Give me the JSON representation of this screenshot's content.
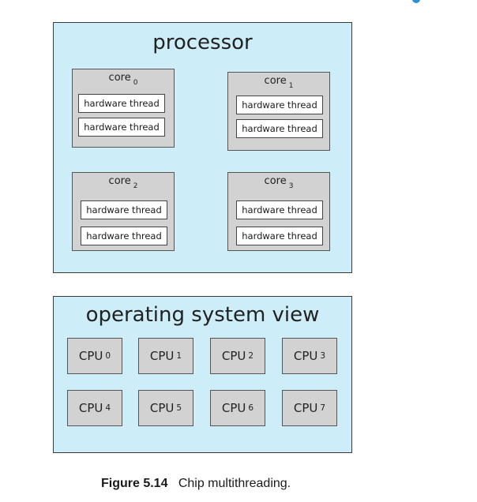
{
  "processor": {
    "title": "processor",
    "cores": [
      {
        "label": "core",
        "sub": "0",
        "threads": [
          "hardware thread",
          "hardware thread"
        ]
      },
      {
        "label": "core",
        "sub": "1",
        "threads": [
          "hardware thread",
          "hardware thread"
        ]
      },
      {
        "label": "core",
        "sub": "2",
        "threads": [
          "hardware thread",
          "hardware thread"
        ]
      },
      {
        "label": "core",
        "sub": "3",
        "threads": [
          "hardware thread",
          "hardware thread"
        ]
      }
    ]
  },
  "os_view": {
    "title": "operating system view",
    "cpus": [
      {
        "label": "CPU",
        "sub": "0"
      },
      {
        "label": "CPU",
        "sub": "1"
      },
      {
        "label": "CPU",
        "sub": "2"
      },
      {
        "label": "CPU",
        "sub": "3"
      },
      {
        "label": "CPU",
        "sub": "4"
      },
      {
        "label": "CPU",
        "sub": "5"
      },
      {
        "label": "CPU",
        "sub": "6"
      },
      {
        "label": "CPU",
        "sub": "7"
      }
    ]
  },
  "caption": {
    "figure_number": "Figure 5.14",
    "text": "Chip multithreading."
  },
  "colors": {
    "panel_fill": "#cdeef8",
    "box_fill": "#d2d2d2",
    "thread_fill": "#ffffff"
  }
}
